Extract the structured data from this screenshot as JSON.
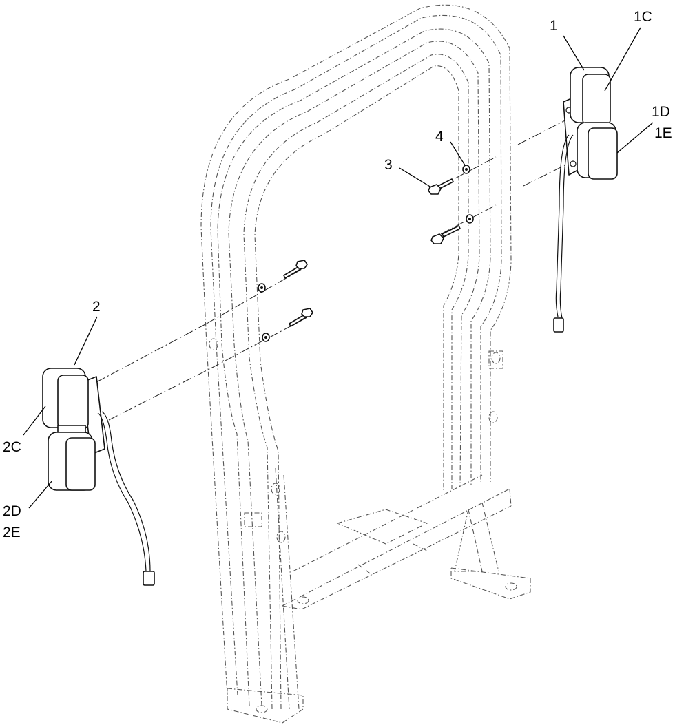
{
  "diagram": {
    "callouts": {
      "c1": "1",
      "c1c": "1C",
      "c1d": "1D",
      "c1e": "1E",
      "c2": "2",
      "c2c": "2C",
      "c2d": "2D",
      "c2e": "2E",
      "c3": "3",
      "c4": "4"
    }
  }
}
